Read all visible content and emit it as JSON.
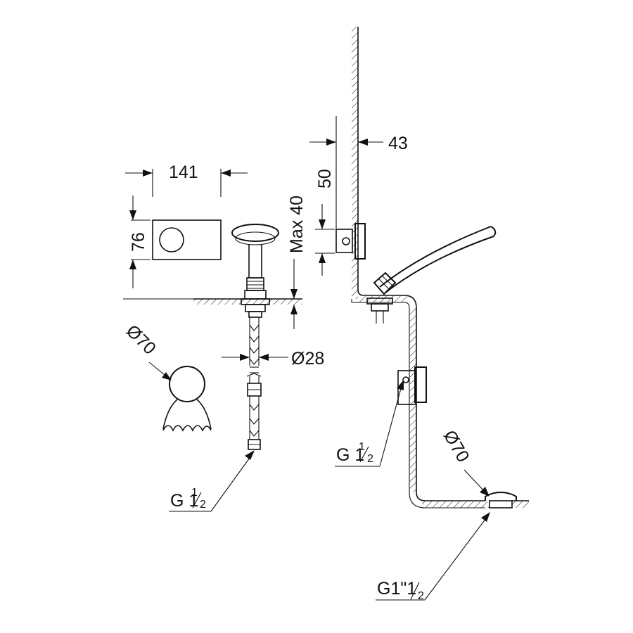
{
  "dimensions": {
    "width_141": "141",
    "height_76": "76",
    "max_40": "Max 40",
    "depth_50": "50",
    "wall_43": "43",
    "dia_28": "Ø28",
    "dia_70_spout": "Ø70",
    "dia_70_drain": "Ø70"
  },
  "threads": {
    "thread_left_main": "G 1",
    "thread_left_frac_num": "1",
    "thread_left_frac_den": "2",
    "thread_mid_main": "G 1",
    "thread_mid_frac_num": "1",
    "thread_mid_frac_den": "2",
    "thread_drain_main": "G1\"1",
    "thread_drain_frac_den": "2"
  }
}
